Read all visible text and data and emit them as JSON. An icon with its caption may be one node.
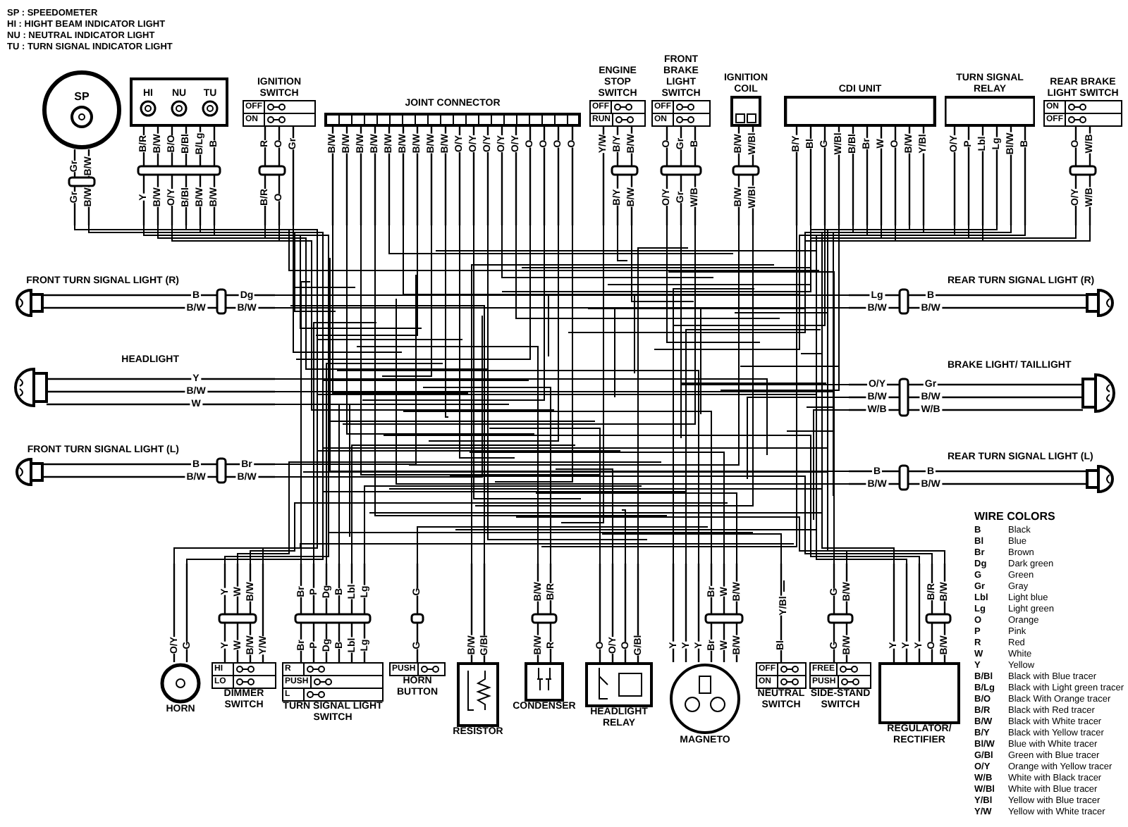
{
  "diagram": {
    "nodes": [
      {
        "text": [
          "SP"
        ]
      },
      {
        "text": [
          "HI",
          "NU",
          "TU"
        ]
      },
      {
        "text": [
          "IGNITION SWITCH",
          "OFF",
          "ON"
        ]
      },
      {
        "text": [
          "JOINT CONNECTOR"
        ]
      },
      {
        "text": [
          "ENGINE STOP SWITCH",
          "OFF",
          "RUN"
        ]
      },
      {
        "text": [
          "FRONT BRAKE LIGHT SWITCH",
          "OFF",
          "ON"
        ]
      },
      {
        "text": [
          "IGNITION COIL"
        ]
      },
      {
        "text": [
          "CDI UNIT"
        ]
      },
      {
        "text": [
          "TURN SIGNAL RELAY"
        ]
      },
      {
        "text": [
          "REAR BRAKE LIGHT SWITCH",
          "ON",
          "OFF"
        ]
      },
      {
        "text": [
          "FRONT TURN SIGNAL LIGHT (R)"
        ]
      },
      {
        "text": [
          "HEADLIGHT"
        ]
      },
      {
        "text": [
          "FRONT TURN SIGNAL LIGHT (L)"
        ]
      },
      {
        "text": [
          "REAR TURN SIGNAL LIGHT (R)"
        ]
      },
      {
        "text": [
          "BRAKE LIGHT/ TAILLIGHT"
        ]
      },
      {
        "text": [
          "REAR TURN SIGNAL LIGHT (L)"
        ]
      },
      {
        "text": [
          "HORN"
        ]
      },
      {
        "text": [
          "HI",
          "LO",
          "DIMMER SWITCH"
        ]
      },
      {
        "text": [
          "R",
          "PUSH",
          "L",
          "TURN SIGNAL LIGHT SWITCH"
        ]
      },
      {
        "text": [
          "PUSH",
          "HORN BUTTON"
        ]
      },
      {
        "text": [
          "RESISTOR"
        ]
      },
      {
        "text": [
          "CONDENSER"
        ]
      },
      {
        "text": [
          "HEADLIGHT RELAY"
        ]
      },
      {
        "text": [
          "MAGNETO"
        ]
      },
      {
        "text": [
          "OFF",
          "ON",
          "NEUTRAL SWITCH"
        ]
      },
      {
        "text": [
          "FREE",
          "PUSH",
          "SIDE-STAND SWITCH"
        ]
      },
      {
        "text": [
          "REGULATOR/ RECTIFIER"
        ]
      }
    ],
    "edges": [
      {
        "from": 0,
        "to": null,
        "arrow": "none",
        "label": "Gr"
      },
      {
        "from": 0,
        "to": null,
        "arrow": "none",
        "label": "B/W"
      },
      {
        "from": 1,
        "to": null,
        "arrow": "none",
        "label": "B/R"
      },
      {
        "from": 1,
        "to": null,
        "arrow": "none",
        "label": "B/W"
      },
      {
        "from": 1,
        "to": null,
        "arrow": "none",
        "label": "B/O"
      },
      {
        "from": 1,
        "to": null,
        "arrow": "none",
        "label": "B/Bl"
      },
      {
        "from": 1,
        "to": null,
        "arrow": "none",
        "label": "B/Lg"
      },
      {
        "from": 1,
        "to": null,
        "arrow": "none",
        "label": "B"
      },
      {
        "from": 2,
        "to": null,
        "arrow": "none",
        "label": "R"
      },
      {
        "from": 2,
        "to": null,
        "arrow": "none",
        "label": "O"
      },
      {
        "from": 2,
        "to": null,
        "arrow": "none",
        "label": "Gr"
      },
      {
        "from": 3,
        "to": null,
        "arrow": "none",
        "label": "B/W"
      },
      {
        "from": 3,
        "to": null,
        "arrow": "none",
        "label": "B/W"
      },
      {
        "from": 3,
        "to": null,
        "arrow": "none",
        "label": "B/W"
      },
      {
        "from": 3,
        "to": null,
        "arrow": "none",
        "label": "B/W"
      },
      {
        "from": 3,
        "to": null,
        "arrow": "none",
        "label": "B/W"
      },
      {
        "from": 3,
        "to": null,
        "arrow": "none",
        "label": "B/W"
      },
      {
        "from": 3,
        "to": null,
        "arrow": "none",
        "label": "B/W"
      },
      {
        "from": 3,
        "to": null,
        "arrow": "none",
        "label": "B/W"
      },
      {
        "from": 3,
        "to": null,
        "arrow": "none",
        "label": "B/W"
      },
      {
        "from": 3,
        "to": null,
        "arrow": "none",
        "label": "O/Y"
      },
      {
        "from": 3,
        "to": null,
        "arrow": "none",
        "label": "O/Y"
      },
      {
        "from": 3,
        "to": null,
        "arrow": "none",
        "label": "O/Y"
      },
      {
        "from": 3,
        "to": null,
        "arrow": "none",
        "label": "O/Y"
      },
      {
        "from": 3,
        "to": null,
        "arrow": "none",
        "label": "O/Y"
      },
      {
        "from": 3,
        "to": null,
        "arrow": "none",
        "label": "O"
      },
      {
        "from": 3,
        "to": null,
        "arrow": "none",
        "label": "O"
      },
      {
        "from": 3,
        "to": null,
        "arrow": "none",
        "label": "O"
      },
      {
        "from": 3,
        "to": null,
        "arrow": "none",
        "label": "O"
      },
      {
        "from": 4,
        "to": null,
        "arrow": "none",
        "label": "Y/W"
      },
      {
        "from": 4,
        "to": null,
        "arrow": "none",
        "label": "B/Y"
      },
      {
        "from": 4,
        "to": null,
        "arrow": "none",
        "label": "B/W"
      },
      {
        "from": 5,
        "to": null,
        "arrow": "none",
        "label": "O"
      },
      {
        "from": 5,
        "to": null,
        "arrow": "none",
        "label": "Gr"
      },
      {
        "from": 5,
        "to": null,
        "arrow": "none",
        "label": "B"
      },
      {
        "from": 6,
        "to": null,
        "arrow": "none",
        "label": "B/W"
      },
      {
        "from": 6,
        "to": null,
        "arrow": "none",
        "label": "W/Bl"
      },
      {
        "from": 7,
        "to": null,
        "arrow": "none",
        "label": "B/Y"
      },
      {
        "from": 7,
        "to": null,
        "arrow": "none",
        "label": "Bl"
      },
      {
        "from": 7,
        "to": null,
        "arrow": "none",
        "label": "G"
      },
      {
        "from": 7,
        "to": null,
        "arrow": "none",
        "label": "W/Bl"
      },
      {
        "from": 7,
        "to": null,
        "arrow": "none",
        "label": "B/Bl"
      },
      {
        "from": 7,
        "to": null,
        "arrow": "none",
        "label": "Br"
      },
      {
        "from": 7,
        "to": null,
        "arrow": "none",
        "label": "W"
      },
      {
        "from": 7,
        "to": null,
        "arrow": "none",
        "label": "O"
      },
      {
        "from": 7,
        "to": null,
        "arrow": "none",
        "label": "B/W"
      },
      {
        "from": 7,
        "to": null,
        "arrow": "none",
        "label": "Y/Bl"
      },
      {
        "from": 8,
        "to": null,
        "arrow": "none",
        "label": "O/Y"
      },
      {
        "from": 8,
        "to": null,
        "arrow": "none",
        "label": "P"
      },
      {
        "from": 8,
        "to": null,
        "arrow": "none",
        "label": "Lbl"
      },
      {
        "from": 8,
        "to": null,
        "arrow": "none",
        "label": "Lg"
      },
      {
        "from": 8,
        "to": null,
        "arrow": "none",
        "label": "Bl/W"
      },
      {
        "from": 8,
        "to": null,
        "arrow": "none",
        "label": "B"
      },
      {
        "from": 9,
        "to": null,
        "arrow": "none",
        "label": "O"
      },
      {
        "from": 9,
        "to": null,
        "arrow": "none",
        "label": "W/B"
      },
      {
        "from": 10,
        "to": null,
        "arrow": "none",
        "label": "B"
      },
      {
        "from": 10,
        "to": null,
        "arrow": "none",
        "label": "B/W"
      },
      {
        "from": 11,
        "to": null,
        "arrow": "none",
        "label": "Y"
      },
      {
        "from": 11,
        "to": null,
        "arrow": "none",
        "label": "B/W"
      },
      {
        "from": 11,
        "to": null,
        "arrow": "none",
        "label": "W"
      },
      {
        "from": 12,
        "to": null,
        "arrow": "none",
        "label": "B"
      },
      {
        "from": 12,
        "to": null,
        "arrow": "none",
        "label": "B/W"
      },
      {
        "from": 13,
        "to": null,
        "arrow": "none",
        "label": "B"
      },
      {
        "from": 13,
        "to": null,
        "arrow": "none",
        "label": "B/W"
      },
      {
        "from": 14,
        "to": null,
        "arrow": "none",
        "label": "Gr"
      },
      {
        "from": 14,
        "to": null,
        "arrow": "none",
        "label": "B/W"
      },
      {
        "from": 14,
        "to": null,
        "arrow": "none",
        "label": "W/B"
      },
      {
        "from": 15,
        "to": null,
        "arrow": "none",
        "label": "B"
      },
      {
        "from": 15,
        "to": null,
        "arrow": "none",
        "label": "B/W"
      },
      {
        "from": 16,
        "to": null,
        "arrow": "none",
        "label": "O/Y"
      },
      {
        "from": 16,
        "to": null,
        "arrow": "none",
        "label": "G"
      },
      {
        "from": 17,
        "to": null,
        "arrow": "none",
        "label": "Y"
      },
      {
        "from": 17,
        "to": null,
        "arrow": "none",
        "label": "W"
      },
      {
        "from": 17,
        "to": null,
        "arrow": "none",
        "label": "B/W"
      },
      {
        "from": 17,
        "to": null,
        "arrow": "none",
        "label": "Y/W"
      },
      {
        "from": 18,
        "to": null,
        "arrow": "none",
        "label": "Br"
      },
      {
        "from": 18,
        "to": null,
        "arrow": "none",
        "label": "P"
      },
      {
        "from": 18,
        "to": null,
        "arrow": "none",
        "label": "Dg"
      },
      {
        "from": 18,
        "to": null,
        "arrow": "none",
        "label": "B"
      },
      {
        "from": 18,
        "to": null,
        "arrow": "none",
        "label": "Lbl"
      },
      {
        "from": 18,
        "to": null,
        "arrow": "none",
        "label": "Lg"
      },
      {
        "from": 19,
        "to": null,
        "arrow": "none",
        "label": "G"
      },
      {
        "from": 20,
        "to": null,
        "arrow": "none",
        "label": "B/W"
      },
      {
        "from": 20,
        "to": null,
        "arrow": "none",
        "label": "G/Bl"
      },
      {
        "from": 21,
        "to": null,
        "arrow": "none",
        "label": "B/W"
      },
      {
        "from": 21,
        "to": null,
        "arrow": "none",
        "label": "R"
      },
      {
        "from": 22,
        "to": null,
        "arrow": "none",
        "label": "O"
      },
      {
        "from": 22,
        "to": null,
        "arrow": "none",
        "label": "O/Y"
      },
      {
        "from": 22,
        "to": null,
        "arrow": "none",
        "label": "O"
      },
      {
        "from": 22,
        "to": null,
        "arrow": "none",
        "label": "G/Bl"
      },
      {
        "from": 23,
        "to": null,
        "arrow": "none",
        "label": "Y"
      },
      {
        "from": 23,
        "to": null,
        "arrow": "none",
        "label": "Y"
      },
      {
        "from": 23,
        "to": null,
        "arrow": "none",
        "label": "Y"
      },
      {
        "from": 23,
        "to": null,
        "arrow": "none",
        "label": "Br"
      },
      {
        "from": 23,
        "to": null,
        "arrow": "none",
        "label": "W"
      },
      {
        "from": 23,
        "to": null,
        "arrow": "none",
        "label": "B/W"
      },
      {
        "from": 24,
        "to": null,
        "arrow": "none",
        "label": "Bl"
      },
      {
        "from": 25,
        "to": null,
        "arrow": "none",
        "label": "G"
      },
      {
        "from": 25,
        "to": null,
        "arrow": "none",
        "label": "B/W"
      },
      {
        "from": 26,
        "to": null,
        "arrow": "none",
        "label": "Y"
      },
      {
        "from": 26,
        "to": null,
        "arrow": "none",
        "label": "Y"
      },
      {
        "from": 26,
        "to": null,
        "arrow": "none",
        "label": "Y"
      },
      {
        "from": 26,
        "to": null,
        "arrow": "none",
        "label": "O"
      },
      {
        "from": 26,
        "to": null,
        "arrow": "none",
        "label": "B/W"
      }
    ],
    "labels": [
      "SP : SPEEDOMETER",
      "HI : HIGHT BEAM INDICATOR LIGHT",
      "NU : NEUTRAL INDICATOR LIGHT",
      "TU : TURN SIGNAL INDICATOR LIGHT",
      "Gr",
      "B/W",
      "Y",
      "B/W",
      "O/Y",
      "B/Bl",
      "B/W",
      "B/W",
      "B/R",
      "O",
      "B/Y",
      "B/W",
      "O/Y",
      "Gr",
      "W/B",
      "B/W",
      "W/Bl",
      "O/Y",
      "W/B",
      "Dg",
      "B/W",
      "Br",
      "B/W",
      "Lg",
      "B/W",
      "O/Y",
      "B/W",
      "W/B",
      "B",
      "B/W",
      "Y",
      "W",
      "B/W",
      "Br",
      "P",
      "Dg",
      "B",
      "Lbl",
      "Lg",
      "G",
      "B/W",
      "B/R",
      "Br",
      "W",
      "B/W",
      "G",
      "B/W",
      "B/R",
      "B/W",
      "Y/Bl",
      "WIRE COLORS",
      "B",
      "Black",
      "Bl",
      "Blue",
      "Br",
      "Brown",
      "Dg",
      "Dark green",
      "G",
      "Green",
      "Gr",
      "Gray",
      "Lbl",
      "Light blue",
      "Lg",
      "Light green",
      "O",
      "Orange",
      "P",
      "Pink",
      "R",
      "Red",
      "W",
      "White",
      "Y",
      "Yellow",
      "B/Bl",
      "Black with Blue tracer",
      "B/Lg",
      "Black with Light green tracer",
      "B/O",
      "Black With Orange tracer",
      "B/R",
      "Black with Red tracer",
      "B/W",
      "Black with White tracer",
      "B/Y",
      "Black with Yellow tracer",
      "Bl/W",
      "Blue with White tracer",
      "G/Bl",
      "Green with Blue tracer",
      "O/Y",
      "Orange with Yellow tracer",
      "W/B",
      "White with Black tracer",
      "W/Bl",
      "White with Blue tracer",
      "Y/Bl",
      "Yellow with Blue tracer",
      "Y/W",
      "Yellow with White tracer"
    ]
  }
}
